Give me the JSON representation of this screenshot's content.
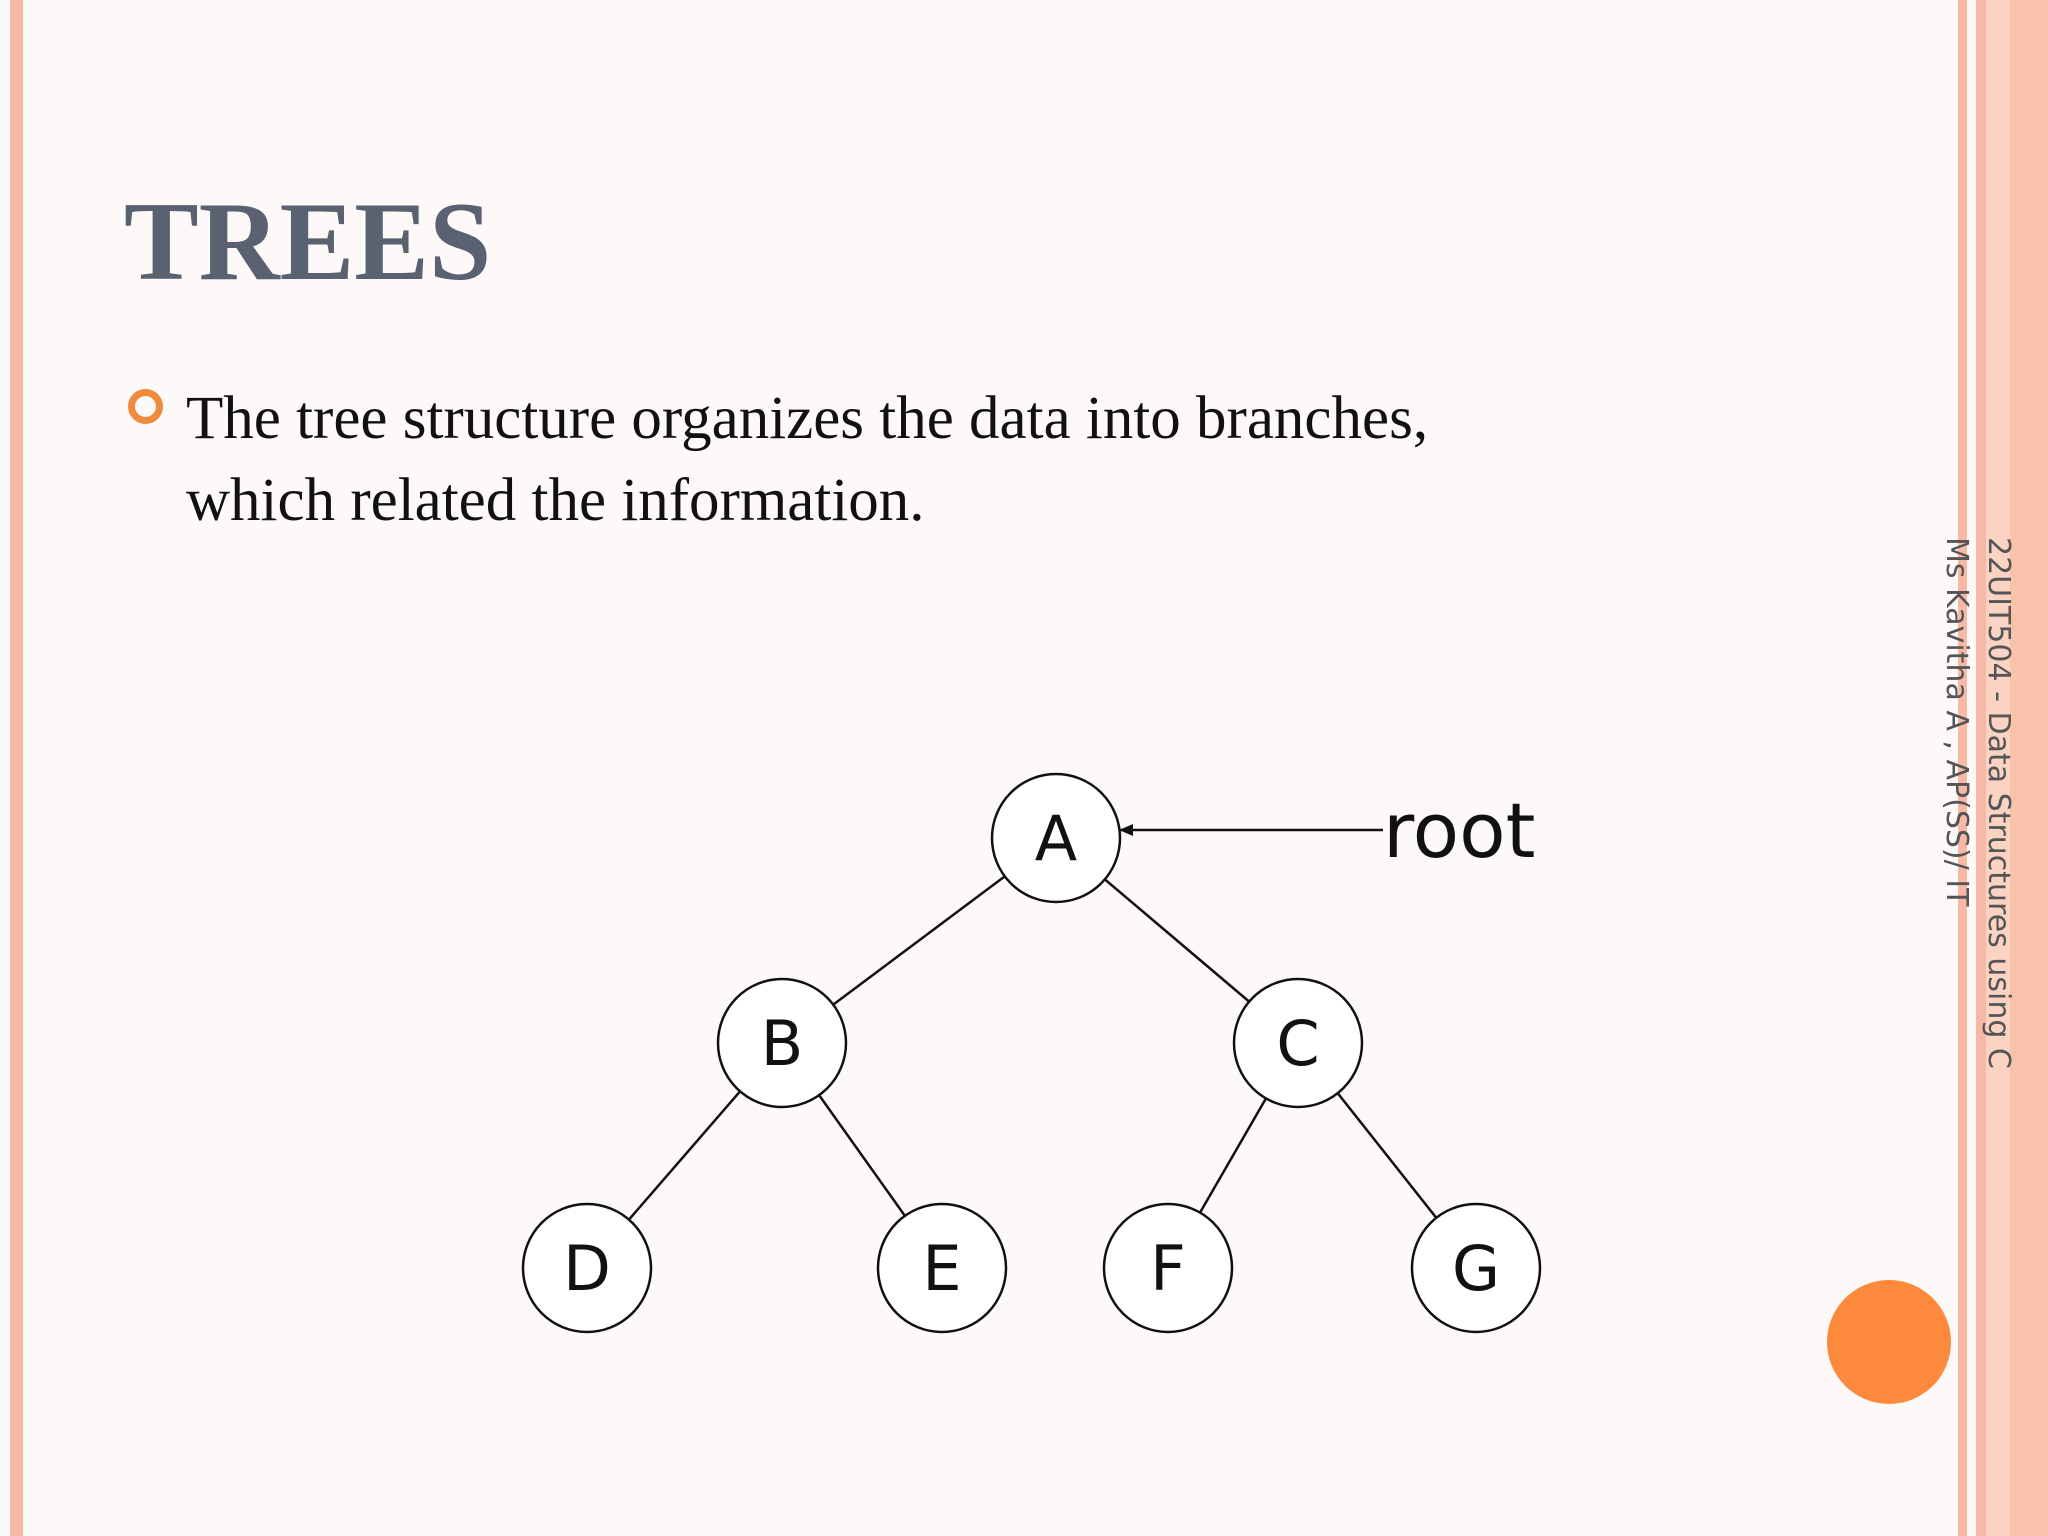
{
  "slide": {
    "title": "TREES",
    "bullets": [
      {
        "line1": "The tree structure organizes the data into branches,",
        "line2": "which related the information."
      }
    ],
    "footer": {
      "line1": "22UIT504 - Data Structures using C",
      "line2": "Ms Kavitha A , AP(SS)/ IT"
    }
  },
  "diagram": {
    "nodes": [
      "A",
      "B",
      "C",
      "D",
      "E",
      "F",
      "G"
    ],
    "edges": [
      [
        "A",
        "B"
      ],
      [
        "A",
        "C"
      ],
      [
        "B",
        "D"
      ],
      [
        "B",
        "E"
      ],
      [
        "C",
        "F"
      ],
      [
        "C",
        "G"
      ]
    ],
    "root_label": "root"
  },
  "colors": {
    "title": "#5a6170",
    "bullet": "#f08a3c",
    "accent_circle": "#fd8a3c",
    "stripe": "#f7b9a4"
  }
}
